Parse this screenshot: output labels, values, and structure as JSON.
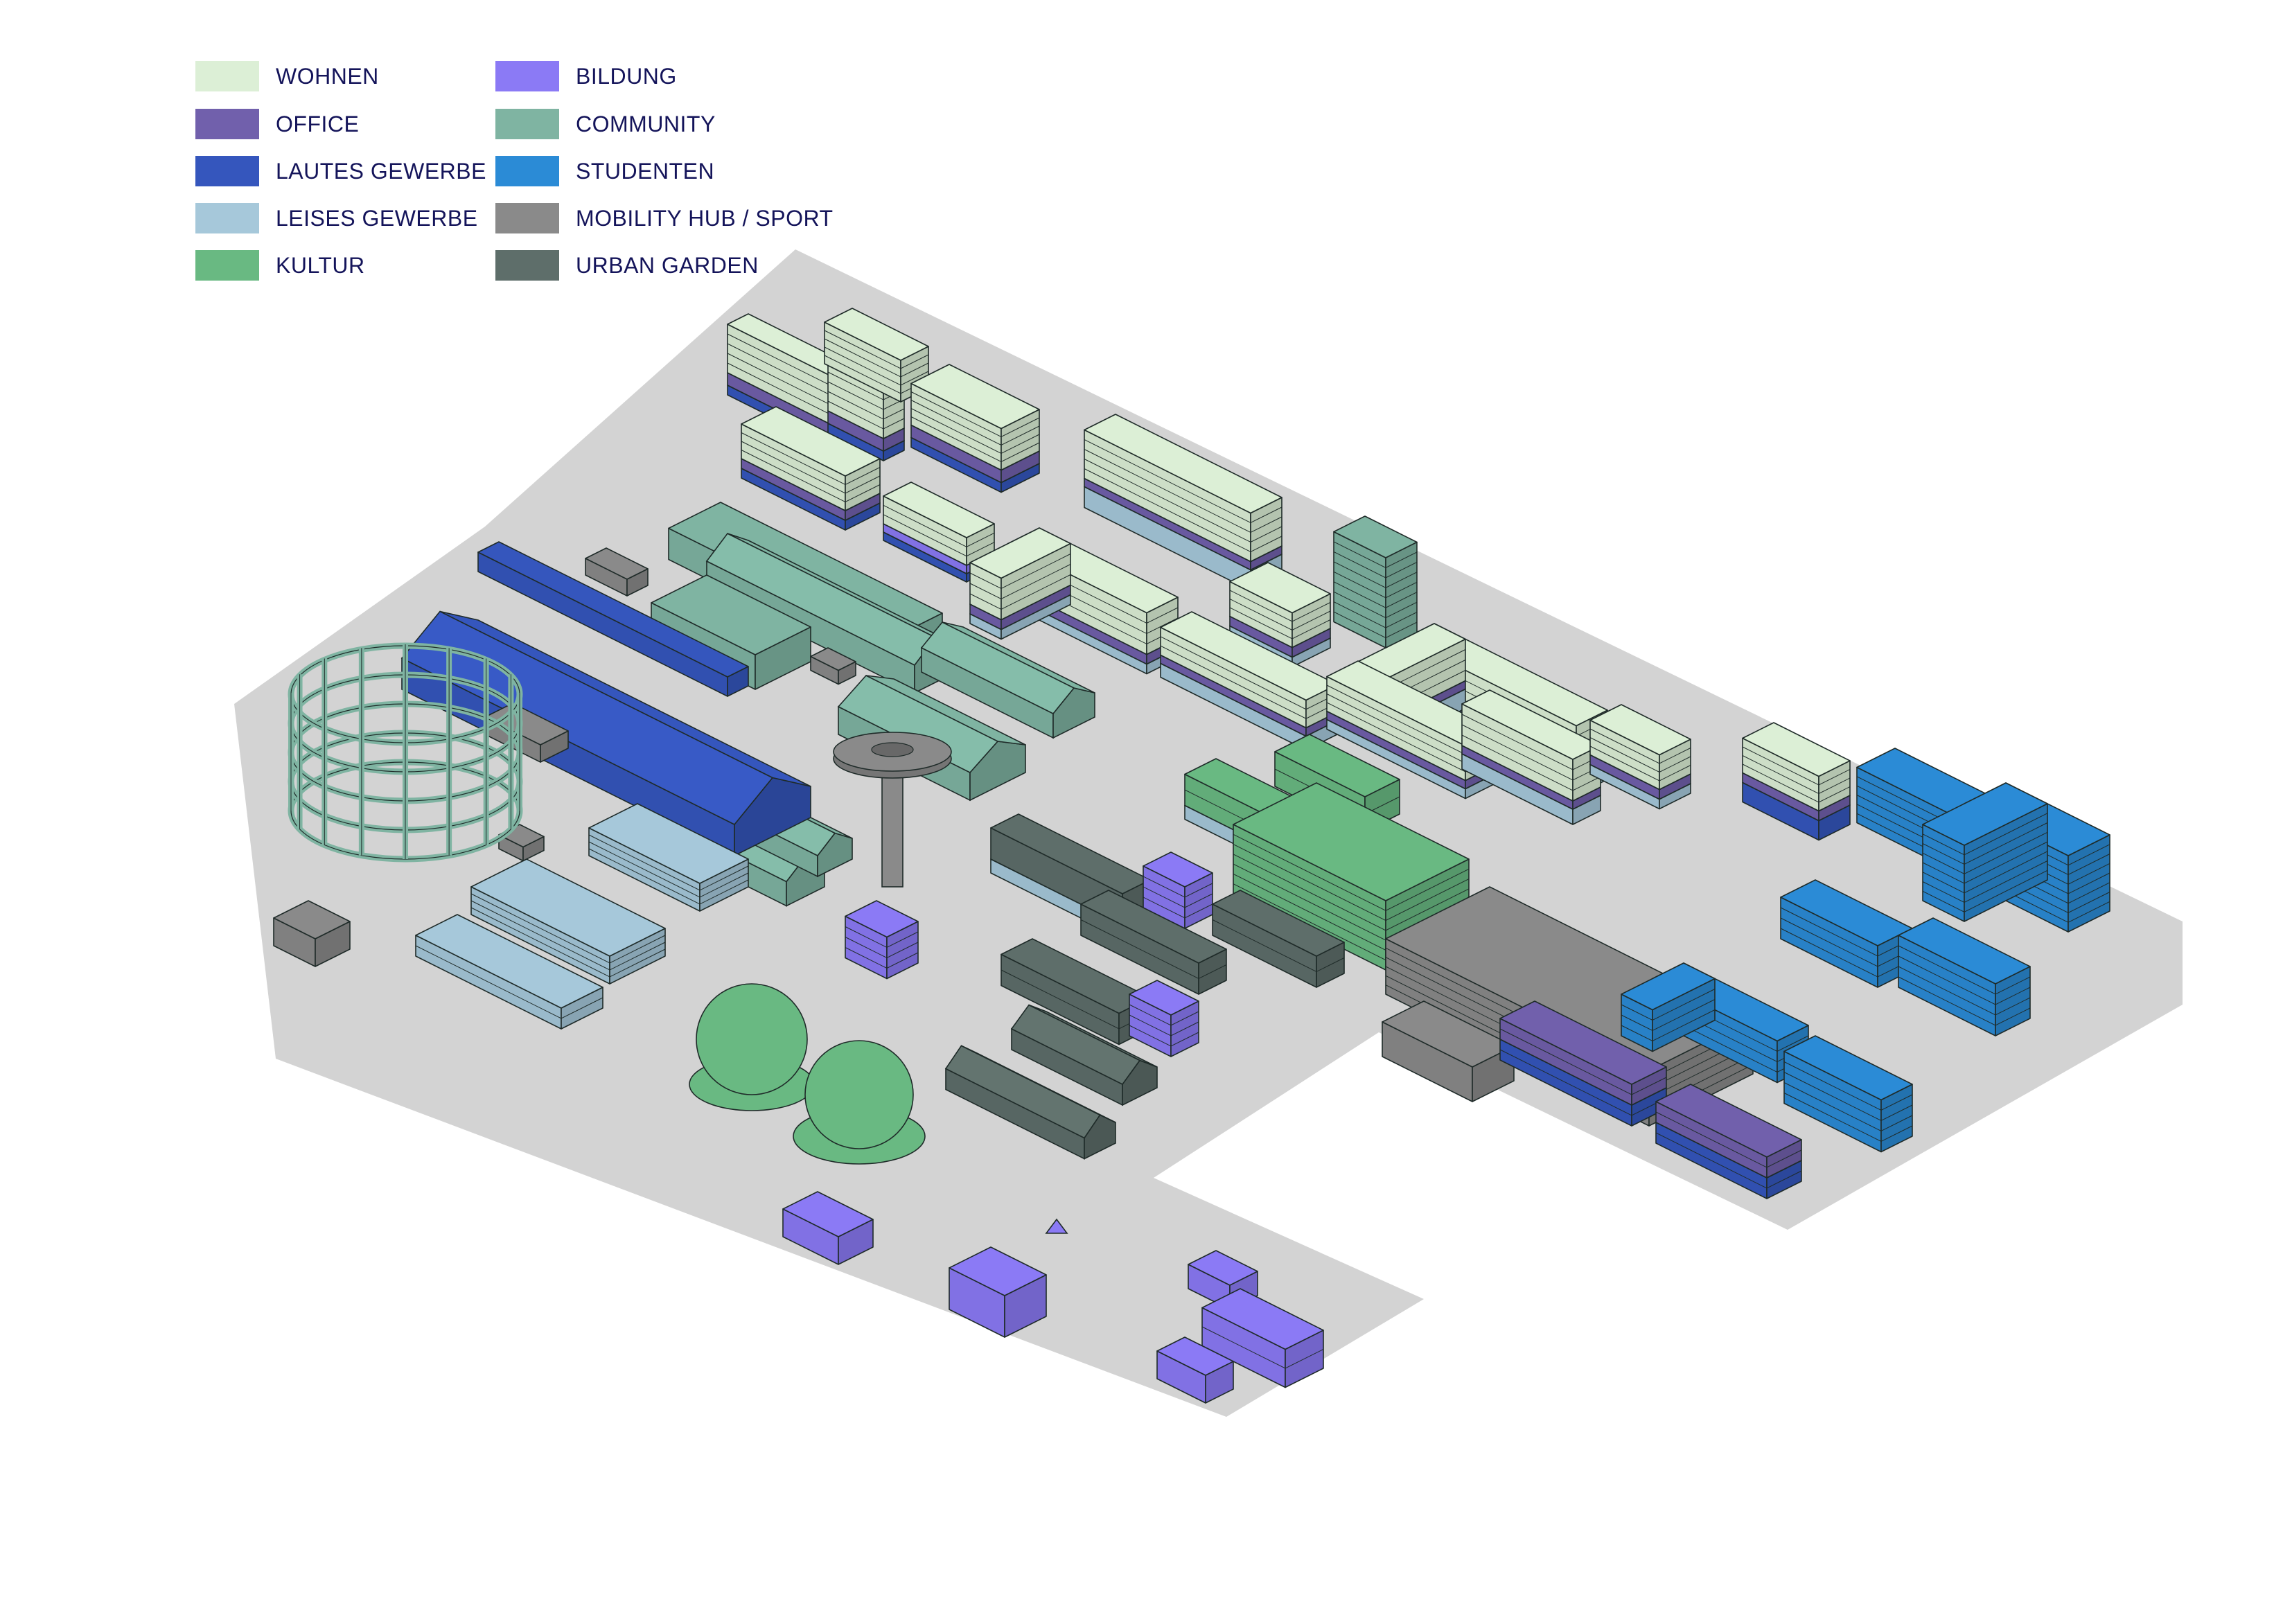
{
  "colors": {
    "wohnen": "#dcefd6",
    "office": "#7160ac",
    "lautes": "#3556bd",
    "leises": "#a6c8da",
    "kultur": "#69b982",
    "bildung": "#8b7af5",
    "community": "#7fb4a2",
    "studenten": "#2b8bd6",
    "mobility": "#8a8a8a",
    "garden": "#5e6e6a",
    "ground": "#d3d3d3",
    "outline": "#1f2b29"
  },
  "legend": [
    {
      "key": "wohnen",
      "label": "WOHNEN"
    },
    {
      "key": "office",
      "label": "OFFICE"
    },
    {
      "key": "lautes",
      "label": "LAUTES GEWERBE"
    },
    {
      "key": "leises",
      "label": "LEISES GEWERBE"
    },
    {
      "key": "kultur",
      "label": "KULTUR"
    },
    {
      "key": "bildung",
      "label": "BILDUNG"
    },
    {
      "key": "community",
      "label": "COMMUNITY"
    },
    {
      "key": "studenten",
      "label": "STUDENTEN"
    },
    {
      "key": "mobility",
      "label": "MOBILITY HUB / SPORT"
    },
    {
      "key": "garden",
      "label": "URBAN GARDEN"
    }
  ]
}
